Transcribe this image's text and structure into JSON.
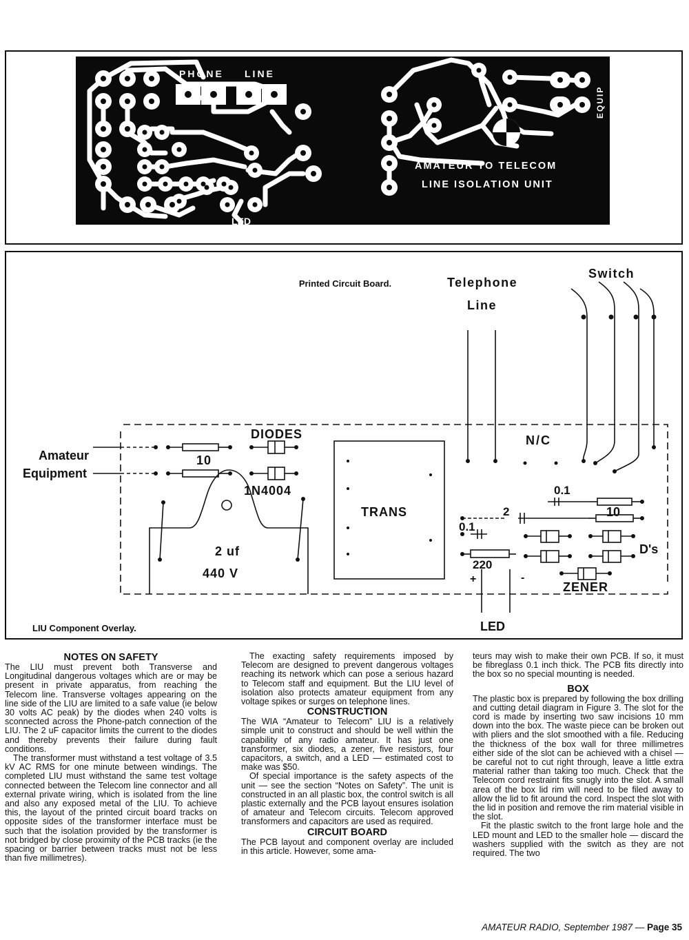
{
  "pcb": {
    "caption": "Printed Circuit Board.",
    "labels": {
      "phone": "PHONE",
      "line": "LINE",
      "equip": "EQUIP",
      "title1": "AMATEUR TO TELECOM",
      "title2": "LINE ISOLATION UNIT",
      "led": "LED"
    }
  },
  "overlay": {
    "caption": "LIU Component Overlay.",
    "labels": {
      "telephone": "Telephone",
      "line": "Line",
      "switch": "Switch",
      "amateur": "Amateur",
      "equipment": "Equipment",
      "diodes": "DIODES",
      "r10a": "10",
      "part1n4004": "1N4004",
      "cap_value": "2 uf",
      "cap_voltage": "440 V",
      "trans": "TRANS",
      "nc": "N/C",
      "c01a": "0.1",
      "c2": "2",
      "c01b": "0.1",
      "r10b": "10",
      "ds": "D's",
      "r220": "220",
      "plus": "+",
      "minus": "-",
      "zener": "ZENER",
      "led": "LED"
    }
  },
  "article": {
    "col1": {
      "heading": "NOTES ON SAFETY",
      "p1": "The LIU must prevent both Transverse and Longitudinal dangerous voltages which are or may be present in private apparatus, from reaching the Telecom line. Transverse voltages appearing on the line side of the LIU are limited to a safe value (ie below 30 volts AC peak) by the diodes when 240 volts is sconnected across the Phone-patch connection of the LIU. The 2 uF capacitor limits the current to the diodes and thereby prevents their failure during fault conditions.",
      "p2": "The transformer must withstand a test voltage of 3.5 kV AC RMS for one minute between windings. The completed LIU must withstand the same test voltage connected between the Telecom line connector and all external private wiring, which is isolated from the line and also any exposed metal of the LIU. To achieve this, the layout of the printed circuit board tracks on opposite sides of the transformer interface must be such that the isolation provided by the transformer is not bridged by close proximity of the PCB tracks (ie the spacing or barrier between tracks must not be less than five millimetres)."
    },
    "col2": {
      "p0": "The exacting safety requirements imposed by Telecom are designed to prevent dangerous voltages reaching its network which can pose a serious hazard to Telecom staff and equipment. But the LIU level of isolation also protects amateur equipment from any voltage spikes or surges on telephone lines.",
      "heading1": "CONSTRUCTION",
      "p1": "The WIA “Amateur to Telecom” LIU is a relatively simple unit to construct and should be well within the capability of any radio amateur. It has just one transformer, six diodes, a zener, five resistors, four capacitors, a switch, and a LED — estimated cost to make was $50.",
      "p2": "Of special importance is the safety aspects of the unit — see the section “Notes on Safety”. The unit is constructed in an all plastic box, the control switch is all plastic externally and the PCB layout ensures isolation of amateur and Telecom circuits. Telecom approved transformers and capacitors are used as required.",
      "heading2": "CIRCUIT BOARD",
      "p3": "The PCB layout and component overlay are included in this article. However, some ama-"
    },
    "col3": {
      "p0": "teurs may wish to make their own PCB. If so, it must be fibreglass 0.1 inch thick. The PCB fits directly into the box so no special mounting is needed.",
      "heading": "BOX",
      "p1": "The plastic box is prepared by following the box drilling and cutting detail diagram in Figure 3. The slot for the cord is made by inserting two saw incisions 10 mm down into the box. The waste piece can be broken out with pliers and the slot smoothed with a file. Reducing the thickness of the box wall for three millimetres either side of the slot can be achieved with a chisel — be careful not to cut right through, leave a little extra material rather than taking too much. Check that the Telecom cord restraint fits snugly into the slot. A small area of the box lid rim will need to be filed away to allow the lid to fit around the cord. Inspect the slot with the lid in position and remove the rim material visible in the slot.",
      "p2": "Fit the plastic switch to the front large hole and the LED mount and LED to the smaller hole — discard the washers supplied with the switch as they are not required. The two"
    }
  },
  "footer": {
    "magazine": "AMATEUR RADIO",
    "date": ", September 1987 — ",
    "page": "Page 35"
  }
}
